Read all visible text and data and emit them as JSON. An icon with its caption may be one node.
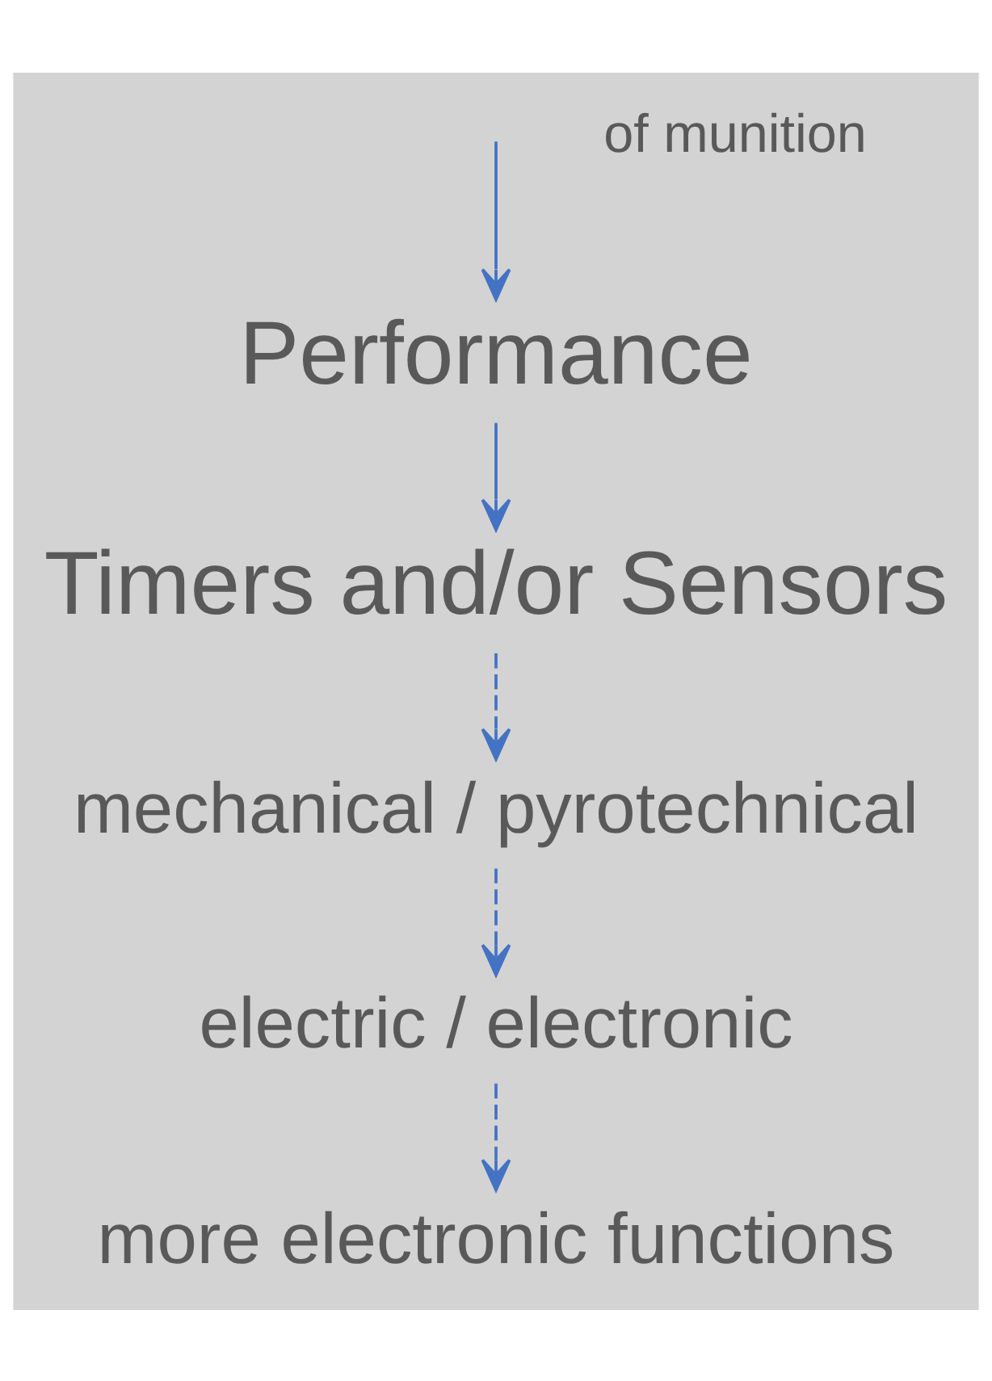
{
  "diagram": {
    "nodes": [
      {
        "text": [
          "Performance"
        ]
      },
      {
        "text": [
          "Timers and/or Sensors"
        ]
      },
      {
        "text": [
          "mechanical / pyrotechnical"
        ]
      },
      {
        "text": [
          "electric / electronic"
        ]
      },
      {
        "text": [
          "more electronic functions"
        ]
      }
    ],
    "edges": [
      {
        "from": null,
        "to": 0,
        "arrow": "to"
      },
      {
        "from": 0,
        "to": 1,
        "arrow": "to"
      },
      {
        "from": 1,
        "to": 2,
        "arrow": "to",
        "style": "dashed"
      },
      {
        "from": 2,
        "to": 3,
        "arrow": "to",
        "style": "dashed"
      },
      {
        "from": 3,
        "to": 4,
        "arrow": "to",
        "style": "dashed"
      }
    ],
    "labels": [
      "of munition"
    ]
  }
}
